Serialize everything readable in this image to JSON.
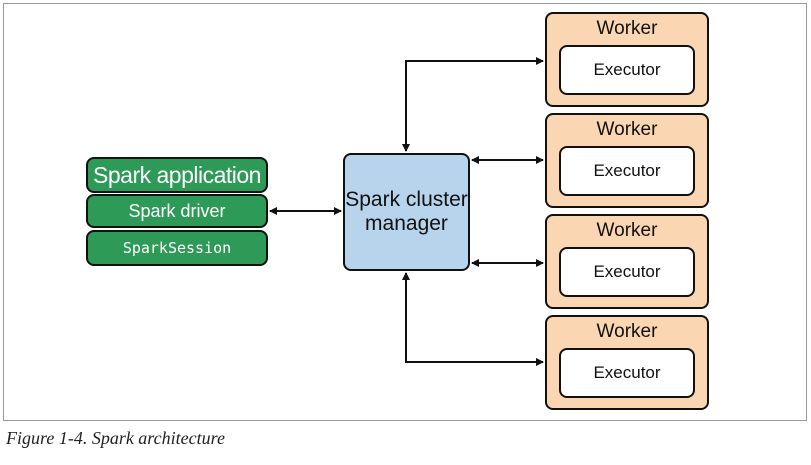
{
  "application": {
    "title": "Spark application",
    "driver": "Spark driver",
    "session": "SparkSession"
  },
  "cluster_manager": {
    "line1": "Spark cluster",
    "line2": "manager"
  },
  "workers": [
    {
      "label": "Worker",
      "executor": "Executor"
    },
    {
      "label": "Worker",
      "executor": "Executor"
    },
    {
      "label": "Worker",
      "executor": "Executor"
    },
    {
      "label": "Worker",
      "executor": "Executor"
    }
  ],
  "caption": "Figure 1-4. Spark architecture",
  "colors": {
    "application": "#2e9a57",
    "cluster_manager": "#b7d4ec",
    "worker": "#fbd6b3",
    "executor": "#ffffff",
    "connector": "#111111"
  }
}
